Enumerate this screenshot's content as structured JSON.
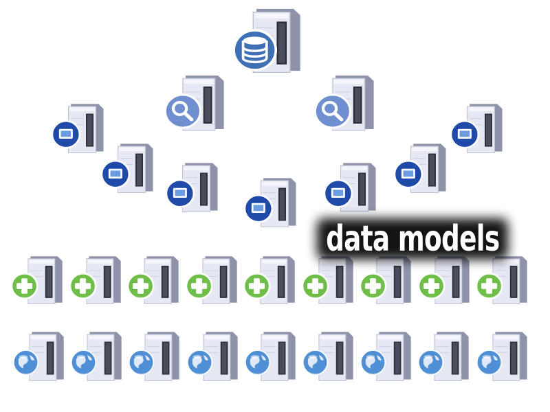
{
  "caption": {
    "text": "data models"
  },
  "colors": {
    "server_body": "#e6e8f4",
    "server_side": "#8f93aa",
    "database_badge": "#3f6fb5",
    "search_badge": "#6f8fd0",
    "monitor_badge": "#1f4aa8",
    "add_badge": "#6fbe4a",
    "globe_badge": "#4f8fd6"
  },
  "diagram": {
    "root": {
      "type": "database-server",
      "icon": "database-icon"
    },
    "search_servers": [
      {
        "type": "search-server",
        "icon": "magnifier-icon"
      },
      {
        "type": "search-server",
        "icon": "magnifier-icon"
      }
    ],
    "client_servers": [
      {
        "type": "monitor-server",
        "icon": "monitor-icon"
      },
      {
        "type": "monitor-server",
        "icon": "monitor-icon"
      },
      {
        "type": "monitor-server",
        "icon": "monitor-icon"
      },
      {
        "type": "monitor-server",
        "icon": "monitor-icon"
      },
      {
        "type": "monitor-server",
        "icon": "monitor-icon"
      },
      {
        "type": "monitor-server",
        "icon": "monitor-icon"
      },
      {
        "type": "monitor-server",
        "icon": "monitor-icon"
      }
    ],
    "add_servers": {
      "count": 9,
      "type": "add-server",
      "icon": "plus-icon"
    },
    "web_servers": {
      "count": 9,
      "type": "web-server",
      "icon": "globe-icon"
    }
  }
}
